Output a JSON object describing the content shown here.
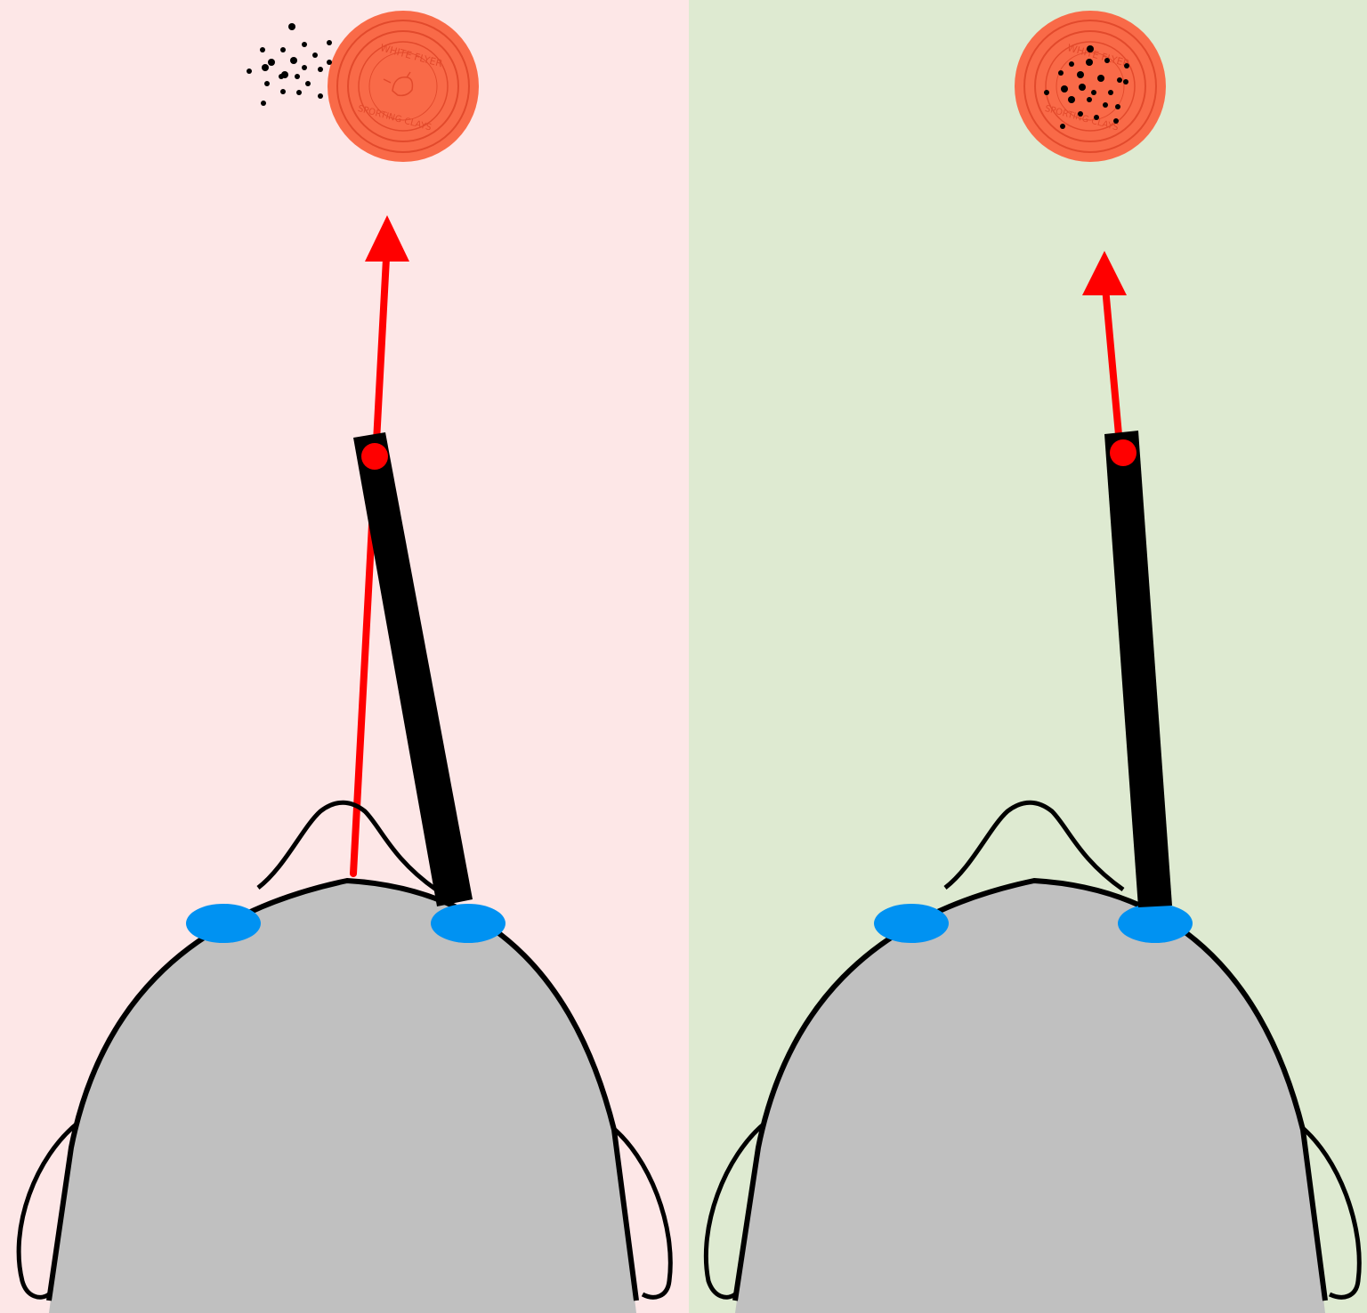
{
  "colors": {
    "wrong_bg": "#fde7e7",
    "right_bg": "#deead1",
    "head_fill": "#c0c0c0",
    "outline": "#000000",
    "eye": "#0092f2",
    "sight_line": "#ff0000",
    "sight_bead": "#ff0000",
    "barrel": "#000000",
    "clay_fill": "#f96a48",
    "clay_ring": "#e24a2c",
    "shot": "#000000"
  },
  "clay_lettering": [
    "WHITE FLYER",
    "SPORTING CLAYS"
  ],
  "panels": [
    {
      "id": "left",
      "gun_eye": "right",
      "shot_pattern": "miss-left"
    },
    {
      "id": "right",
      "gun_eye": "right",
      "shot_pattern": "hit-center"
    }
  ],
  "icons": {
    "clay": "clay-target-icon",
    "eye": "eye-icon",
    "bead": "front-sight-bead-icon"
  }
}
